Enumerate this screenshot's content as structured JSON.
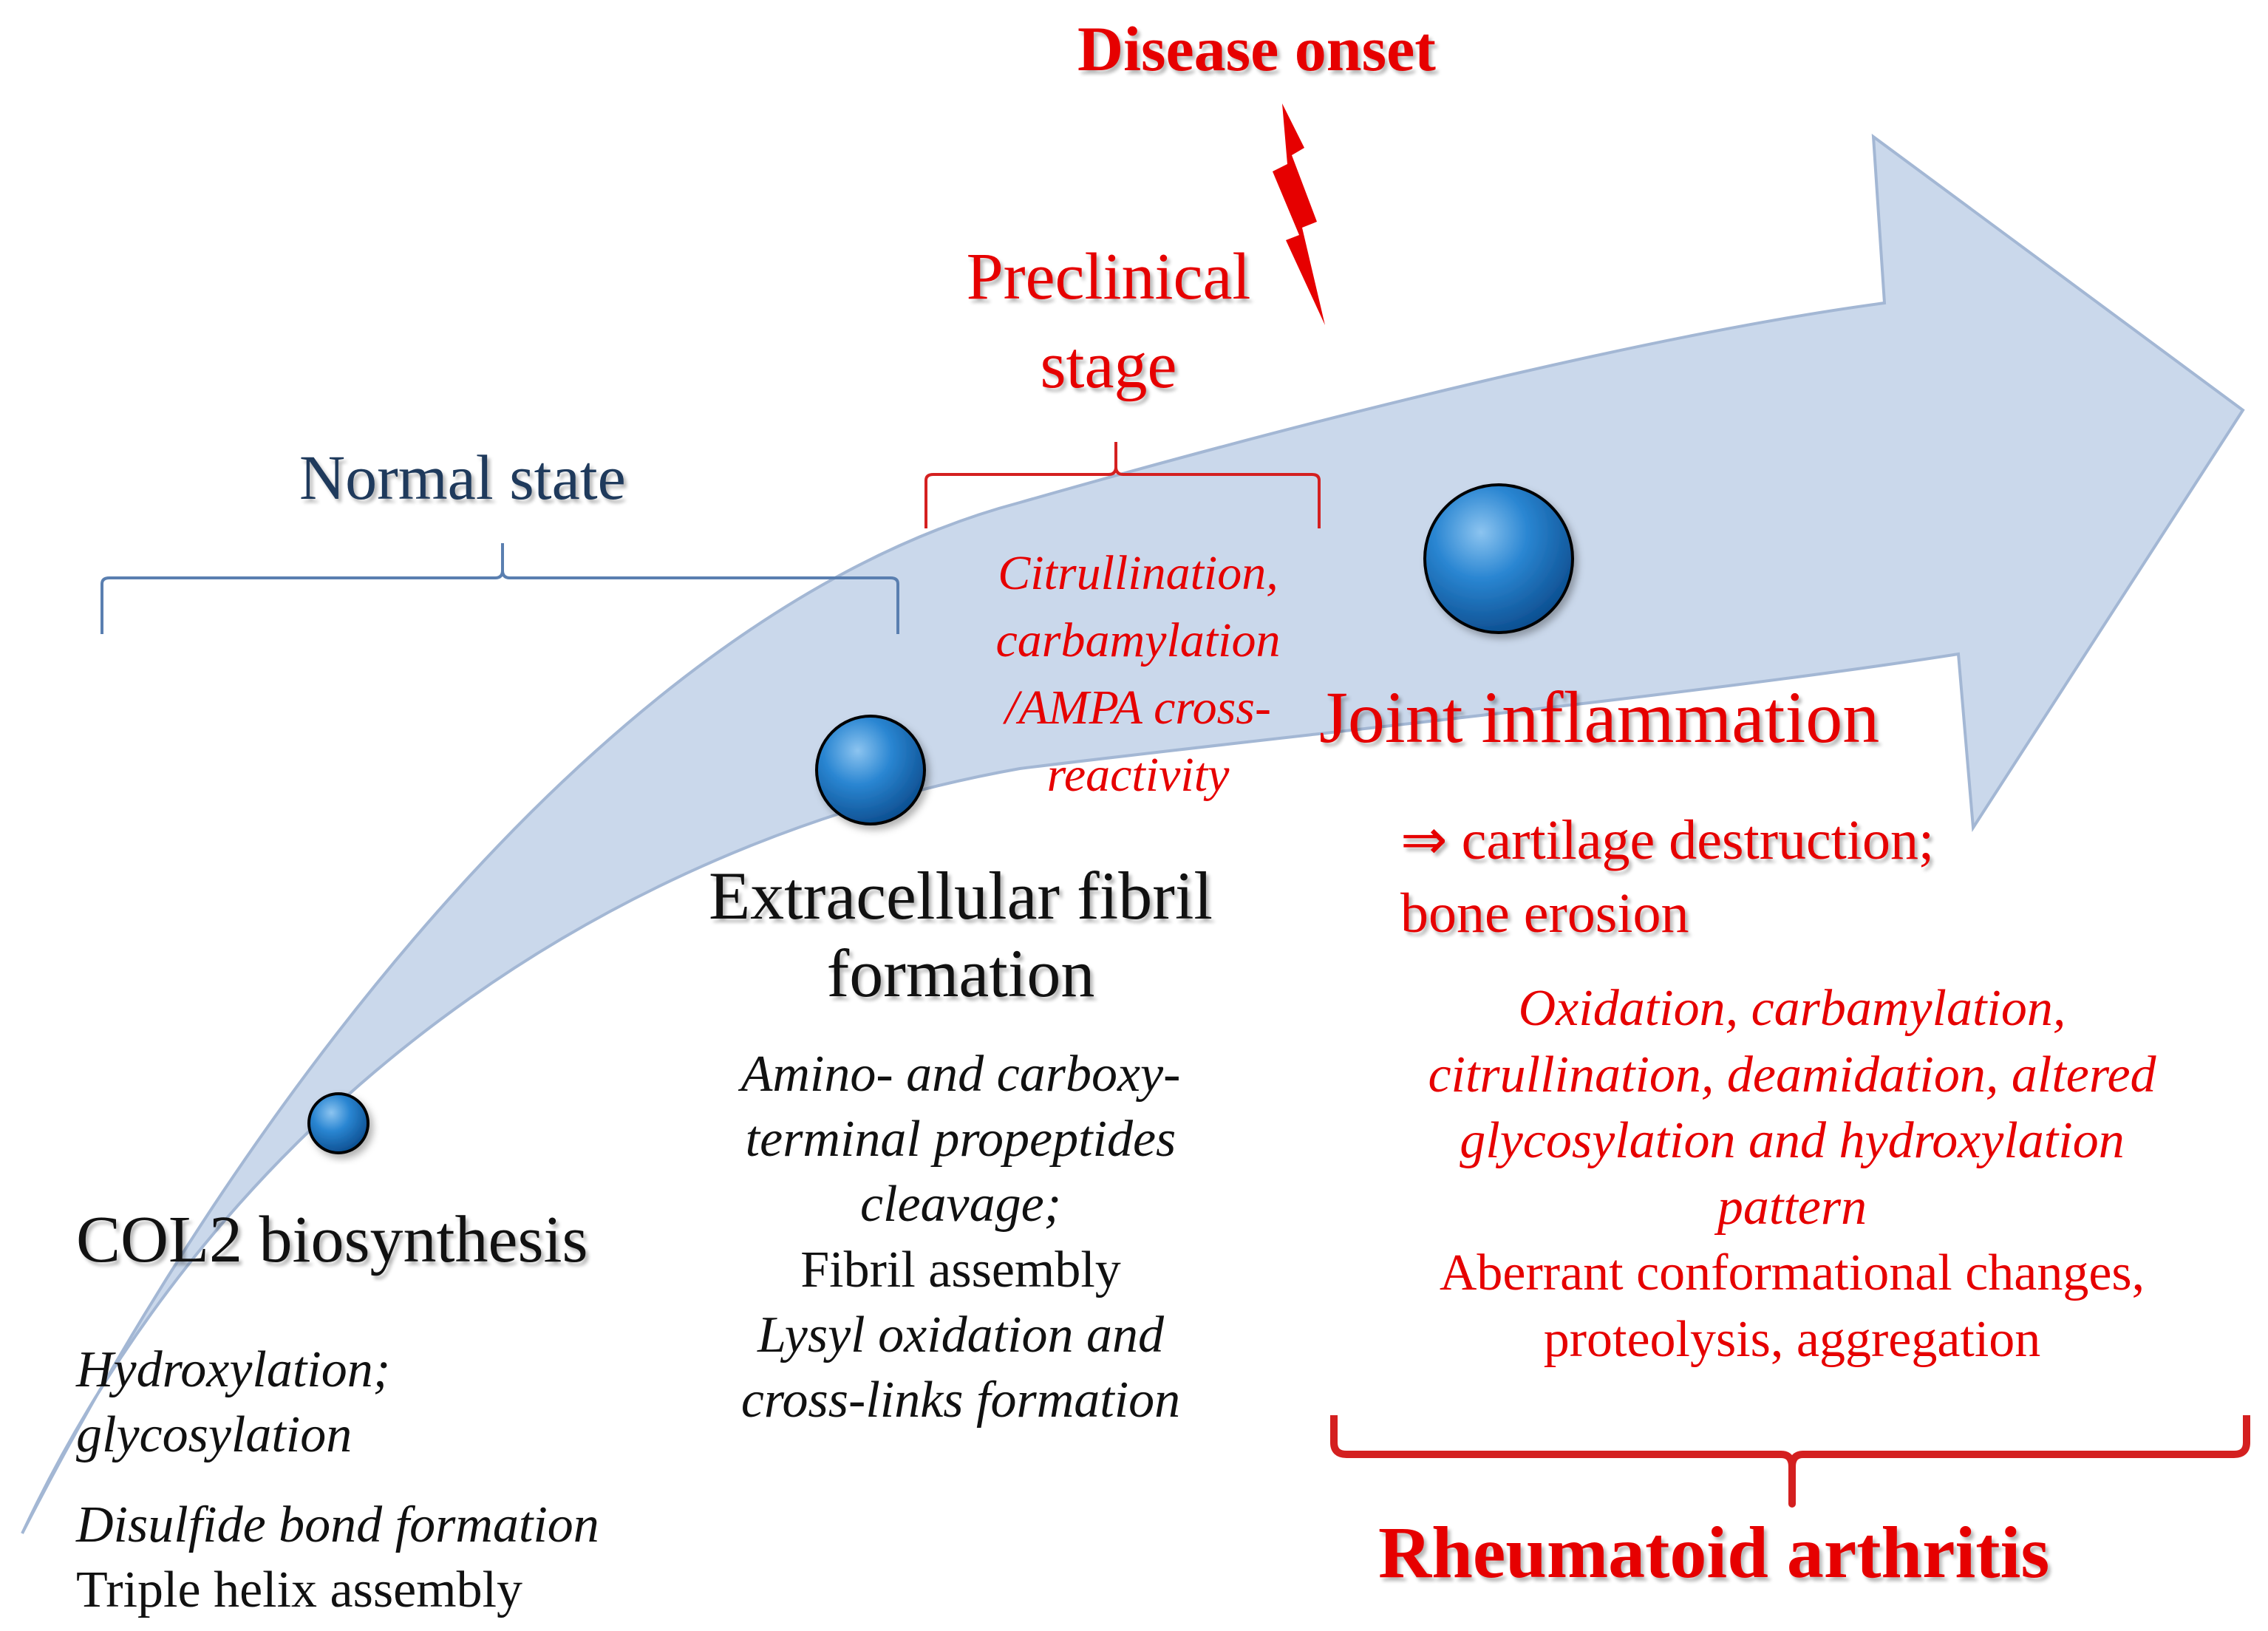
{
  "headings": {
    "disease_onset": "Disease onset",
    "preclinical_stage": [
      "Preclinical",
      "stage"
    ],
    "normal_state": "Normal state",
    "rheumatoid_arthritis": "Rheumatoid arthritis"
  },
  "stages": {
    "col2": {
      "title": "COL2 biosynthesis",
      "details_italic": [
        "Hydroxylation;",
        "glycosylation"
      ],
      "detail_italic_2": "Disulfide bond  formation",
      "detail_plain": "Triple helix assembly"
    },
    "fibril": {
      "title": [
        "Extracellular fibril",
        "formation"
      ],
      "details_italic": [
        "Amino- and carboxy-",
        "terminal propeptides",
        "cleavage;"
      ],
      "detail_plain": "Fibril assembly",
      "details_italic_2": [
        "Lysyl oxidation and",
        "cross-links formation"
      ]
    },
    "preclinical": {
      "details_italic": [
        "Citrullination,",
        "carbamylation",
        "/AMPA cross-",
        "reactivity"
      ]
    },
    "joint": {
      "title": "Joint inflammation",
      "consequence": [
        "⇒ cartilage  destruction;",
        "bone erosion"
      ],
      "details_italic": [
        "Oxidation, carbamylation,",
        "citrullination, deamidation, altered",
        "glycosylation and hydroxylation",
        "pattern"
      ],
      "details_plain": [
        "Aberrant conformational changes,",
        "proteolysis, aggregation"
      ]
    }
  },
  "colors": {
    "arrow_fill": "#c8d6ea",
    "arrow_stroke": "#9fb4d2",
    "dot": "#1f78c8",
    "red": "#e60000",
    "bracket_blue": "#5a7fb0",
    "bracket_red": "#d42020",
    "navy": "#1f3a5c"
  }
}
